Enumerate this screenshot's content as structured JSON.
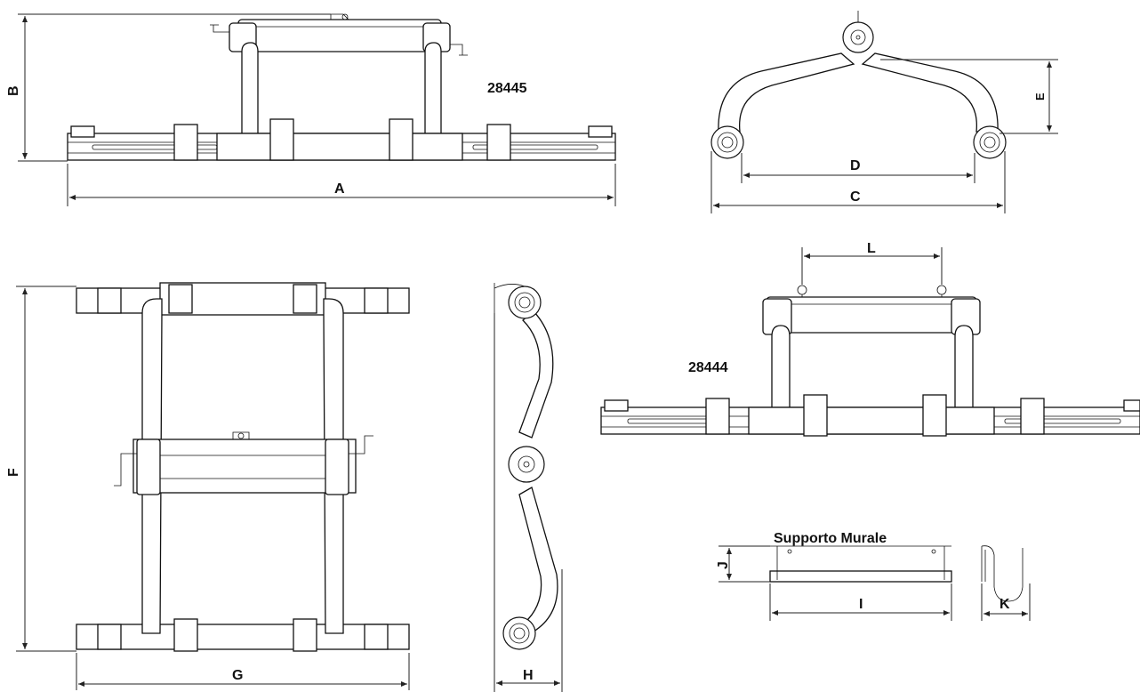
{
  "models": {
    "top": "28445",
    "right": "28444"
  },
  "wall_support_title": "Supporto Murale",
  "dimension_labels": {
    "A": "A",
    "B": "B",
    "C": "C",
    "D": "D",
    "E": "E",
    "F": "F",
    "G": "G",
    "H": "H",
    "I": "I",
    "J": "J",
    "K": "K",
    "L": "L"
  },
  "colors": {
    "line": "#111111",
    "background": "#ffffff"
  }
}
